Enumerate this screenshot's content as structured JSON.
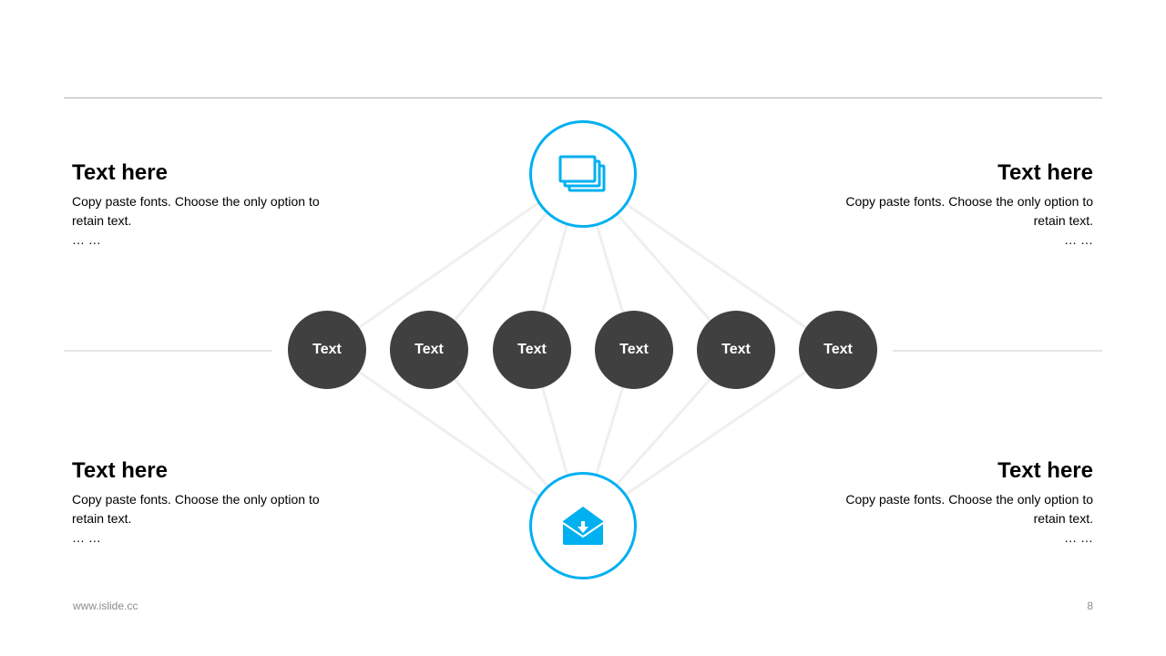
{
  "colors": {
    "accent": "#00b0f0",
    "node_fill": "#404040",
    "connector": "#efefef",
    "rule": "#b3b3b3"
  },
  "hubs": {
    "top": {
      "icon": "stacked-screens-icon"
    },
    "bottom": {
      "icon": "envelope-download-icon"
    }
  },
  "nodes": [
    {
      "label": "Text"
    },
    {
      "label": "Text"
    },
    {
      "label": "Text"
    },
    {
      "label": "Text"
    },
    {
      "label": "Text"
    },
    {
      "label": "Text"
    }
  ],
  "blocks": {
    "top_left": {
      "title": "Text here",
      "body": "Copy paste fonts. Choose the only option to retain text.",
      "ellipsis": "… …"
    },
    "top_right": {
      "title": "Text here",
      "body": "Copy paste fonts. Choose the only option to retain text.",
      "ellipsis": "… …"
    },
    "bottom_left": {
      "title": "Text here",
      "body": "Copy paste fonts. Choose the only option to retain text.",
      "ellipsis": "… …"
    },
    "bottom_right": {
      "title": "Text here",
      "body": "Copy paste fonts. Choose the only option to retain text.",
      "ellipsis": "… …"
    }
  },
  "footer": {
    "url": "www.islide.cc",
    "page_number": "8"
  }
}
